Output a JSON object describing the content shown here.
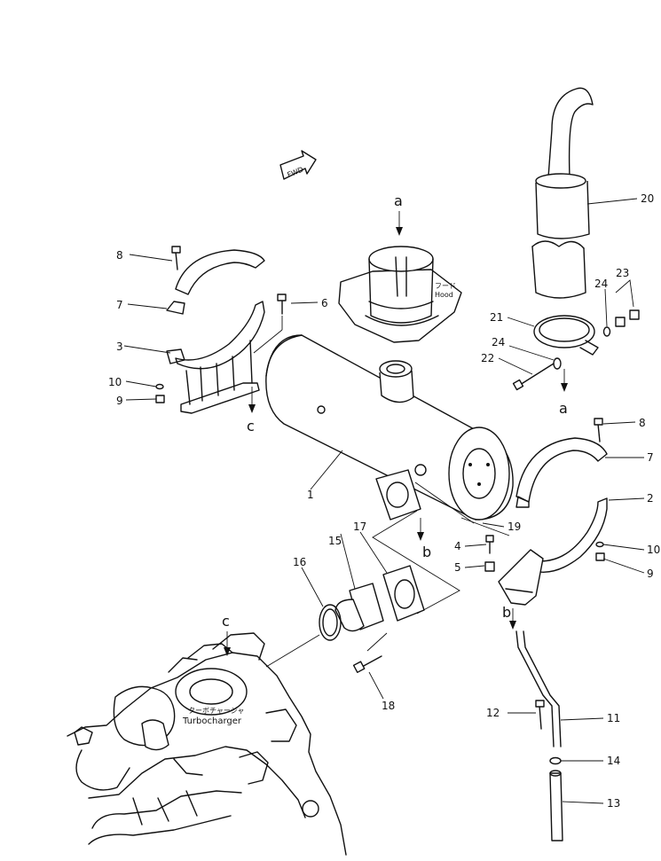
{
  "direction_marker": "FWD",
  "hood_label_jp": "フード",
  "hood_label": "Hood",
  "turbo_label_jp": "ターボチャージャ",
  "turbo_label": "Turbocharger",
  "view_letters": {
    "a": "a",
    "b": "b",
    "c": "c"
  },
  "callouts": {
    "p1": "1",
    "p2": "2",
    "p3": "3",
    "p4": "4",
    "p5": "5",
    "p6": "6",
    "p7_left": "7",
    "p7_right": "7",
    "p8_left": "8",
    "p8_right": "8",
    "p9_left": "9",
    "p9_right": "9",
    "p10_left": "10",
    "p10_right": "10",
    "p11": "11",
    "p12": "12",
    "p13": "13",
    "p14": "14",
    "p15": "15",
    "p16": "16",
    "p17": "17",
    "p18": "18",
    "p19": "19",
    "p20": "20",
    "p21": "21",
    "p22": "22",
    "p23": "23",
    "p24_top": "24",
    "p24_mid": "24"
  }
}
